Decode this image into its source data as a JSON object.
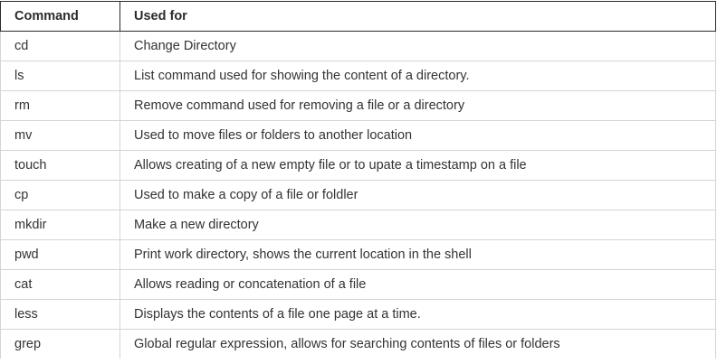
{
  "table": {
    "headers": [
      "Command",
      "Used for"
    ],
    "rows": [
      [
        "cd",
        "Change Directory"
      ],
      [
        "ls",
        "List command used for showing the content of a directory."
      ],
      [
        "rm",
        "Remove command used for removing a file or a directory"
      ],
      [
        "mv",
        "Used to move files or folders to another location"
      ],
      [
        "touch",
        "Allows creating of a new empty file or to upate a timestamp on a file"
      ],
      [
        "cp",
        "Used to make a copy of a file or foldler"
      ],
      [
        "mkdir",
        "Make a new directory"
      ],
      [
        "pwd",
        "Print work directory, shows the current location in the shell"
      ],
      [
        "cat",
        "Allows reading or concatenation of a file"
      ],
      [
        "less",
        "Displays the contents of a file one page at a time."
      ],
      [
        "grep",
        "Global regular expression, allows for searching contents of files or folders"
      ]
    ]
  }
}
